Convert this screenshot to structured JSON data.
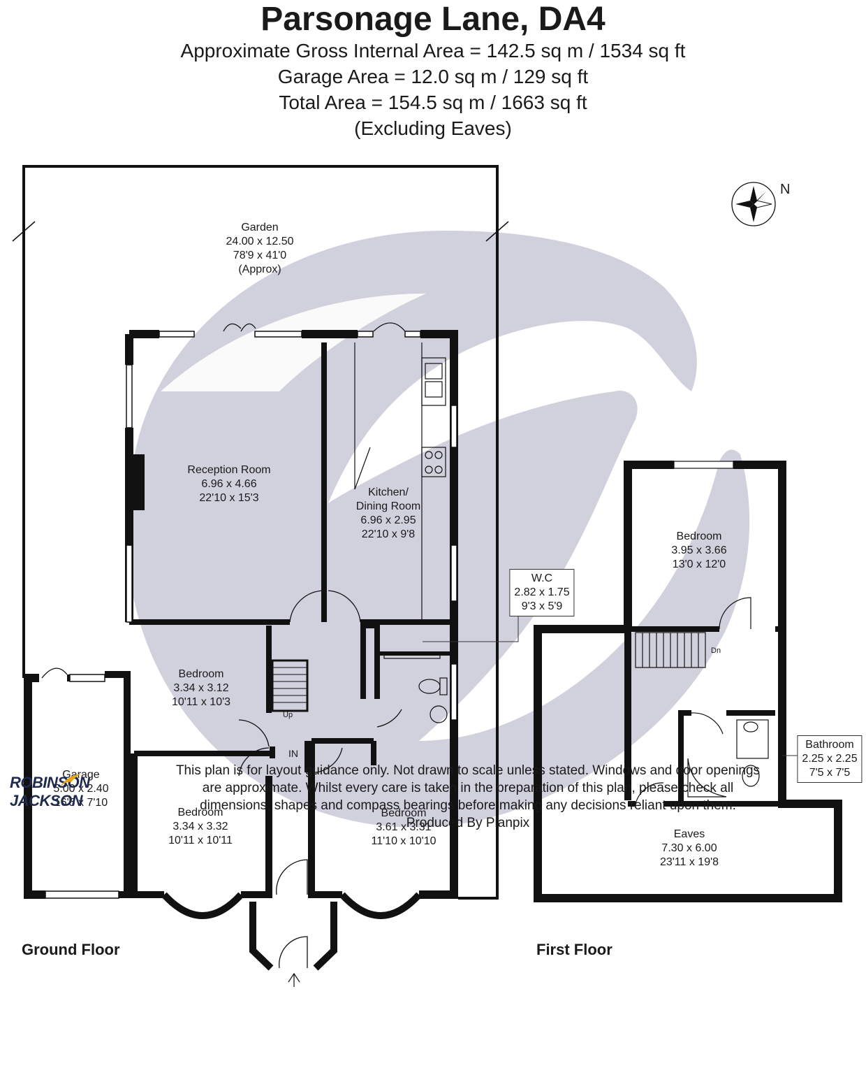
{
  "header": {
    "title": "Parsonage Lane, DA4",
    "lines": [
      "Approximate Gross Internal Area = 142.5 sq m / 1534 sq ft",
      "Garage Area = 12.0 sq m / 129 sq ft",
      "Total Area = 154.5 sq m / 1663 sq ft",
      "(Excluding Eaves)"
    ]
  },
  "rooms": {
    "garden": {
      "name": "Garden",
      "dim_m": "24.00 x 12.50",
      "dim_ft": "78'9 x 41'0",
      "note": "(Approx)"
    },
    "reception": {
      "name": "Reception Room",
      "dim_m": "6.96 x 4.66",
      "dim_ft": "22'10 x 15'3"
    },
    "kitchen": {
      "name1": "Kitchen/",
      "name2": "Dining Room",
      "dim_m": "6.96 x 2.95",
      "dim_ft": "22'10 x 9'8"
    },
    "wc": {
      "name": "W.C",
      "dim_m": "2.82 x 1.75",
      "dim_ft": "9'3 x 5'9"
    },
    "bedroom_mid": {
      "name": "Bedroom",
      "dim_m": "3.34 x 3.12",
      "dim_ft": "10'11 x 10'3"
    },
    "garage": {
      "name": "Garage",
      "dim_m": "5.00 x 2.40",
      "dim_ft": "16'5 x 7'10"
    },
    "bedroom_front_left": {
      "name": "Bedroom",
      "dim_m": "3.34 x 3.32",
      "dim_ft": "10'11 x 10'11"
    },
    "bedroom_front_right": {
      "name": "Bedroom",
      "dim_m": "3.61 x 3.31",
      "dim_ft": "11'10 x 10'10"
    },
    "bedroom_first": {
      "name": "Bedroom",
      "dim_m": "3.95 x 3.66",
      "dim_ft": "13'0 x 12'0"
    },
    "bathroom": {
      "name": "Bathroom",
      "dim_m": "2.25 x 2.25",
      "dim_ft": "7'5 x 7'5"
    },
    "eaves": {
      "name": "Eaves",
      "dim_m": "7.30 x 6.00",
      "dim_ft": "23'11 x 19'8"
    }
  },
  "labels": {
    "up": "Up",
    "dn": "Dn",
    "in": "IN",
    "north": "N",
    "ground_floor": "Ground Floor",
    "first_floor": "First Floor"
  },
  "disclaimer": [
    "This plan is for layout guidance only. Not drawn to scale unless stated. Windows and door openings",
    "are approximate. Whilst every care is taken in the preparation of this plan, please check all",
    "dimensions, shapes and compass bearings before making any decisions reliant upon them.",
    "Produced By Planpix"
  ],
  "logo": {
    "line1": "ROBINSON",
    "line2": "JACKSON"
  },
  "colors": {
    "wall": "#111111",
    "watermark": "#c9c9d8",
    "logo_navy": "#1f2a4e",
    "logo_gold": "#e8a317"
  }
}
